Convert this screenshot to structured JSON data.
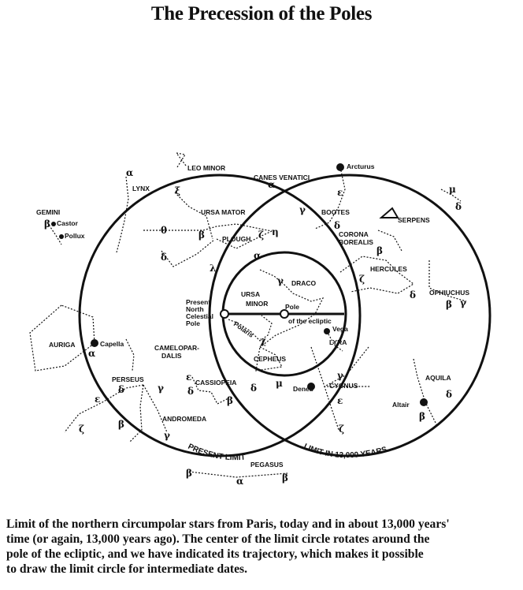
{
  "title": "The Precession of the Poles",
  "diagram": {
    "circle_labels": {
      "present_limit": "PRESENT LIMIT",
      "limit_13000": "LIMIT IN 13,000 YEARS"
    },
    "pole_labels": {
      "present_pole": [
        "Present",
        "North",
        "Celestial",
        "Pole"
      ],
      "polaris": "Polaris",
      "ecliptic_pole": [
        "Pole",
        "of the ecliptic"
      ]
    },
    "constellations": [
      "LEO MINOR",
      "LYNX",
      "CANES VENATICI",
      "GEMINI",
      "URSA MATOR",
      "PLOUGH",
      "BOOTES",
      "SERPENS",
      "CORONA",
      "BOREALIS",
      "HERCULES",
      "OPHIUCHUS",
      "DRACO",
      "URSA",
      "MINOR",
      "AURIGA",
      "CAMELOPAR-",
      "DALIS",
      "CEPHEUS",
      "LYRA",
      "CYGNUS",
      "AQUILA",
      "PERSEUS",
      "CASSIOPEIA",
      "ANDROMEDA",
      "PEGASUS"
    ],
    "stars": [
      "Arcturus",
      "Castor",
      "Pollux",
      "Capella",
      "Vega",
      "Deneb",
      "Altair"
    ],
    "greek_letters": [
      "α",
      "β",
      "γ",
      "δ",
      "ε",
      "ζ",
      "η",
      "θ",
      "λ",
      "χ",
      "μ",
      "ξ",
      "ν"
    ]
  },
  "caption": [
    "Limit of the northern circumpolar stars from Paris, today and in about 13,000 years'",
    "time (or again, 13,000 years ago). The center of the limit circle rotates around the",
    "pole of the ecliptic, and we have indicated its trajectory, which makes it possible",
    "to draw the limit circle for intermediate dates."
  ]
}
